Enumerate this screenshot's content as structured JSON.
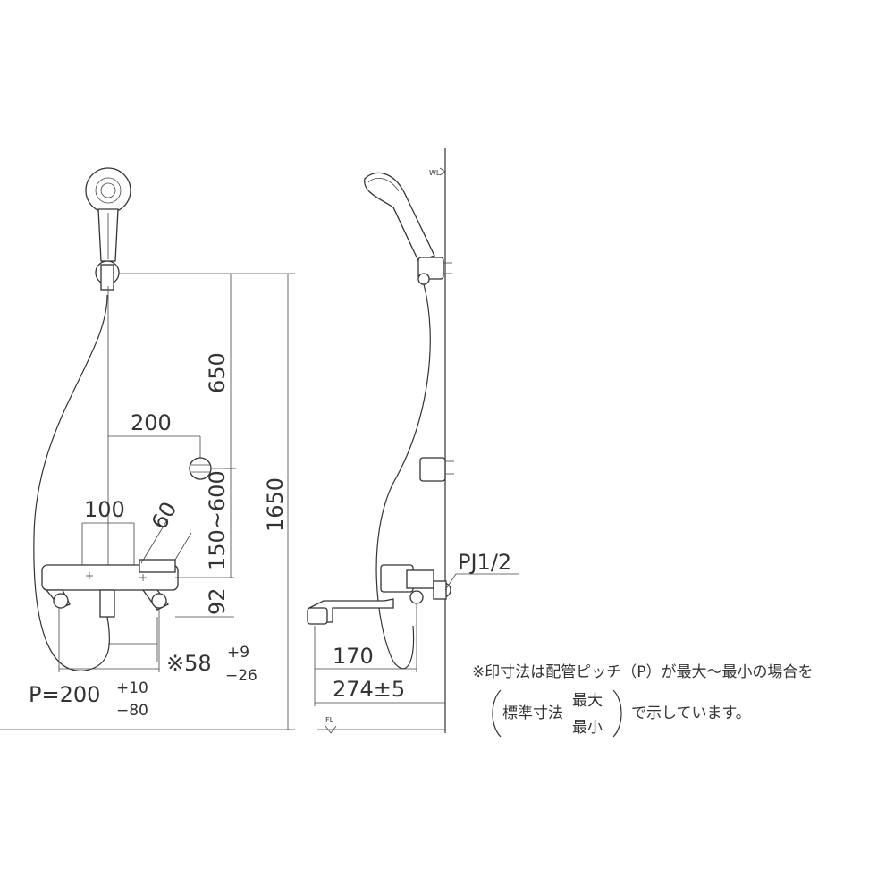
{
  "dimensions": {
    "d650": "650",
    "d200": "200",
    "d1650": "1650",
    "d100": "100",
    "d60": "60",
    "d150_600": "150~600",
    "d92": "92",
    "d58": "※58",
    "d58_sup": "+9",
    "d58_sub": "−26",
    "pitch": "P=200",
    "pitch_sup": "+10",
    "pitch_sub": "−80",
    "d170": "170",
    "d274": "274±5",
    "pj": "PJ1/2",
    "wl": "WL",
    "fl": "FL"
  },
  "note": {
    "line1": "※印寸法は配管ピッチ（P）が最大～最小の場合を",
    "std": "標準寸法",
    "max": "最大",
    "min": "最小",
    "tail": "で示しています。"
  }
}
